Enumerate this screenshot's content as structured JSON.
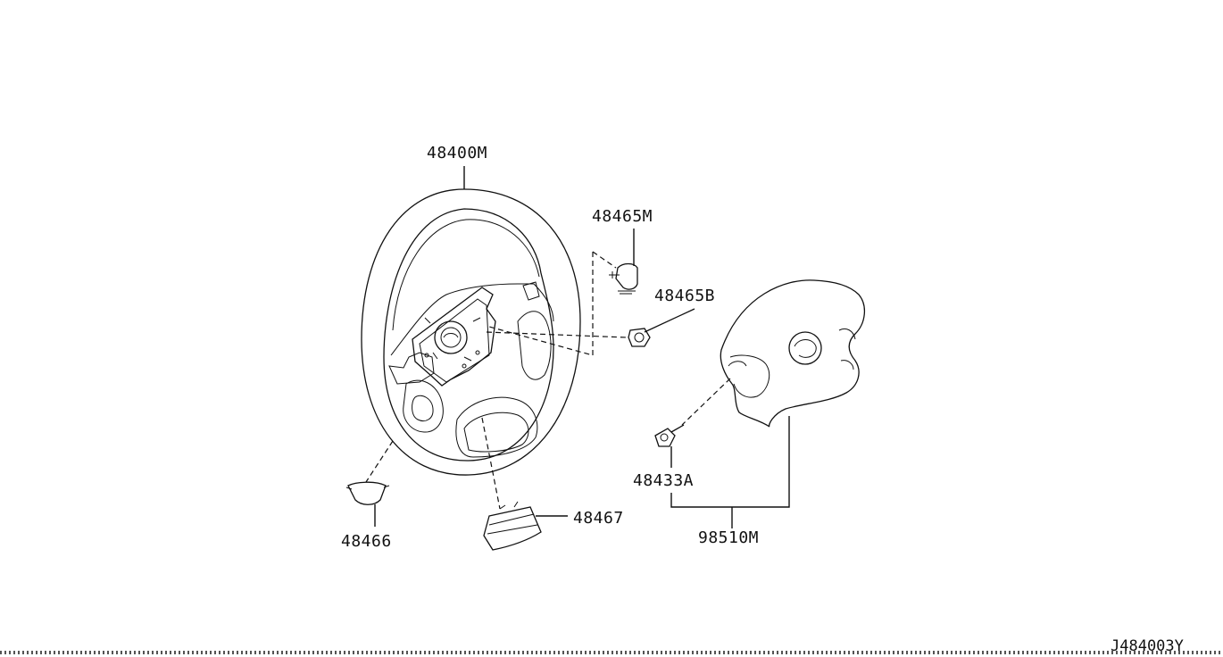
{
  "diagram": {
    "reference_code": "J484003Y",
    "parts": [
      {
        "id": "steering-wheel",
        "number": "48400M"
      },
      {
        "id": "emblem-clip",
        "number": "48465M"
      },
      {
        "id": "nut",
        "number": "48465B"
      },
      {
        "id": "left-cover",
        "number": "48466"
      },
      {
        "id": "lower-cover",
        "number": "48467"
      },
      {
        "id": "bolt",
        "number": "48433A"
      },
      {
        "id": "airbag-module",
        "number": "98510M"
      }
    ]
  }
}
